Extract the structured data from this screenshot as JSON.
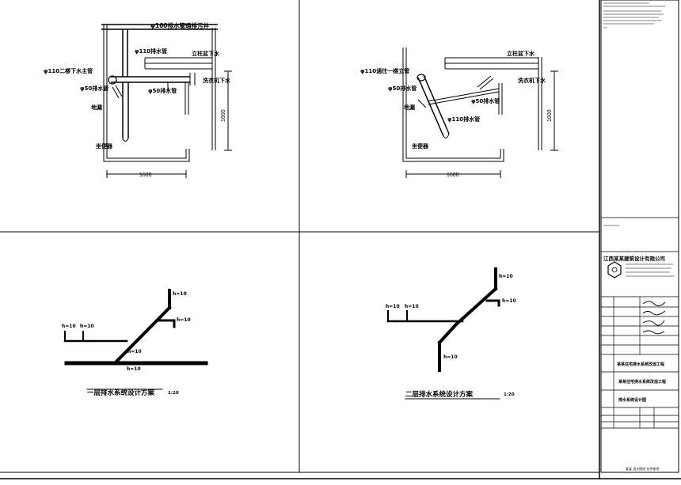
{
  "plan_left": {
    "title_pipe": "φ160排水管通排污井",
    "label_110": "φ110排水管",
    "label_column": "立柱盆下水",
    "label_main": "φ110二楼下水主管",
    "label_washer": "洗衣机下水",
    "label_50_a": "φ50排水管",
    "label_50_b": "φ50排水管",
    "label_drain": "地漏",
    "label_toilet": "坐便器",
    "dim_h": "1600",
    "dim_v": "1600"
  },
  "plan_right": {
    "label_column": "立柱盆下水",
    "label_main": "φ110通往一楼立管",
    "label_washer": "洗衣机下水",
    "label_50_a": "φ50排水管",
    "label_50_b": "φ50排水管",
    "label_drain": "地漏",
    "label_110": "φ110排水管",
    "label_toilet": "坐便器",
    "dim_h": "1600",
    "dim_v": "1600"
  },
  "iso_left": {
    "tag_top": "h=10",
    "tag_mid": "h=10",
    "tag_l1": "h=10",
    "tag_l2": "h=10",
    "tag_bend": "h=10",
    "tag_floor": "h=10",
    "title": "一层排水系统设计方案",
    "scale": "1:20"
  },
  "iso_right": {
    "tag_top": "h=10",
    "tag_mid": "h=10",
    "tag_l1": "h=10",
    "tag_l2": "h=10",
    "tag_bottom": "h=10",
    "title": "二层排水系统设计方案",
    "scale": "1:20"
  },
  "title_block": {
    "company": "江西某某建筑设计有限公司",
    "project": "某某住宅排水系统改造工程",
    "drawing": "排水系统设计图",
    "footer": "某某 设计图纸 仅供参考"
  },
  "colors": {
    "line": "#000000",
    "background": "#ffffff"
  }
}
